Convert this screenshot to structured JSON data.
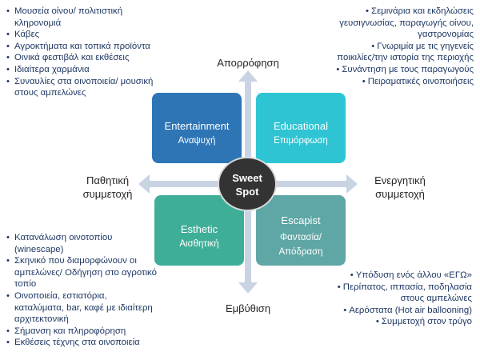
{
  "axes": {
    "top": "Απορρόφηση",
    "bottom": "Εμβύθιση",
    "left_line1": "Παθητική",
    "left_line2": "συμμετοχή",
    "right_line1": "Ενεργητική",
    "right_line2": "συμμετοχή"
  },
  "center": {
    "line1": "Sweet",
    "line2": "Spot"
  },
  "quadrants": {
    "entertainment": {
      "title": "Entertainment",
      "subtitle": "Αναψυχή",
      "color": "#2e75b6"
    },
    "educational": {
      "title": "Educational",
      "subtitle": "Επιμόρφωση",
      "color": "#2ec4d3"
    },
    "esthetic": {
      "title": "Esthetic",
      "subtitle": "Αισθητική",
      "color": "#3fae98"
    },
    "escapist": {
      "title": "Escapist",
      "subtitle_line1": "Φαντασία/",
      "subtitle_line2": "Απόδραση",
      "color": "#5fa6a6"
    }
  },
  "lists": {
    "top_left": [
      "Μουσεία οίνου/ πολιτιστική κληρονομιά",
      "Κάβες",
      "Αγροκτήματα και τοπικά προϊόντα",
      "Οινικά φεστιβάλ και εκθέσεις",
      "Ιδιαίτερα χαρμάνια",
      "Συναυλίες στα οινοποιεία/ μουσική στους αμπελώνες"
    ],
    "top_right": [
      "Σεμινάρια και εκδηλώσεις γευσιγνωσίας, παραγωγής οίνου, γαστρονομίας",
      "Γνωριμία με τις γηγενείς ποικιλίες/την ιστορία της περιοχής",
      "Συνάντηση με τους παραγωγούς",
      "Πειραματικές οινοποιήσεις"
    ],
    "bottom_left": [
      "Κατανάλωση οινοτοπίου (winescape)",
      "Σκηνικό που διαμορφώνουν οι αμπελώνες/ Οδήγηση στο αγροτικό τοπίο",
      "Οινοποιεία, εστιατόρια, καταλύματα, bar, καφέ με ιδιαίτερη αρχιτεκτονική",
      "Σήμανση και πληροφόρηση",
      "Εκθέσεις τέχνης στα οινοποιεία"
    ],
    "bottom_right": [
      "Υπόδυση ενός άλλου «ΕΓΩ»",
      "Περίπατος, ιππασία, ποδηλασία στους αμπελώνες",
      "Αερόστατα (Hot air ballooning)",
      "Συμμετοχή στον τρύγο"
    ]
  },
  "colors": {
    "text": "#1f3864",
    "arrow": "#c9d3e3",
    "center_fill": "#333333"
  }
}
